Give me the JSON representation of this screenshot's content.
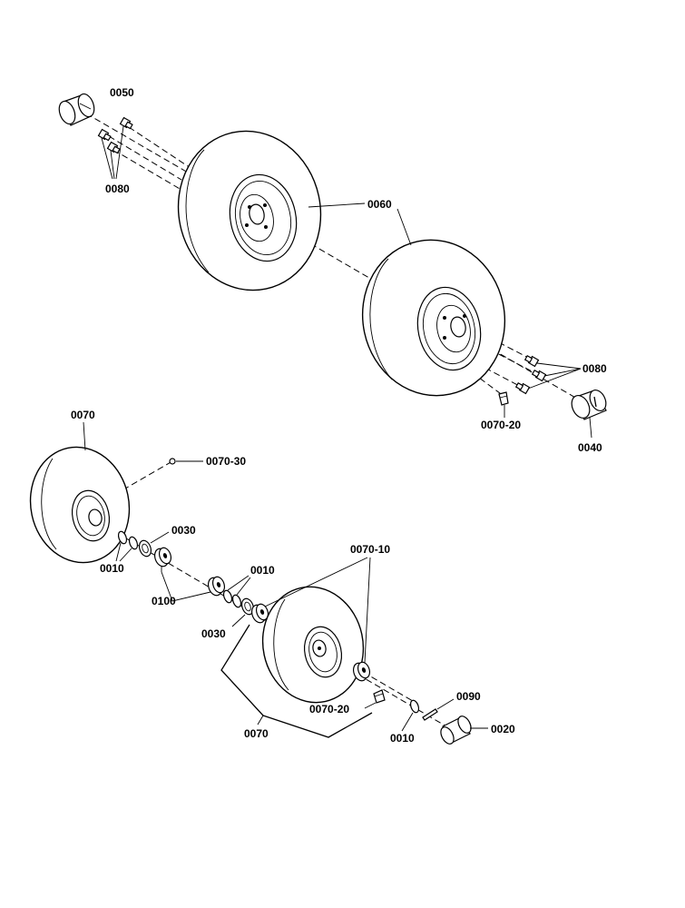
{
  "labels": {
    "p0050": "0050",
    "p0080_upper_left": "0080",
    "p0060": "0060",
    "p0080_upper_right": "0080",
    "p0070_20_upper": "0070-20",
    "p0040": "0040",
    "p0070_top": "0070",
    "p0070_30": "0070-30",
    "p0030_upper": "0030",
    "p0010_left": "0010",
    "p0100": "0100",
    "p0070_10": "0070-10",
    "p0010_middle": "0010",
    "p0030_lower": "0030",
    "p0070_20_lower": "0070-20",
    "p0090": "0090",
    "p0010_right": "0010",
    "p0020": "0020",
    "p0070_bottom": "0070"
  }
}
